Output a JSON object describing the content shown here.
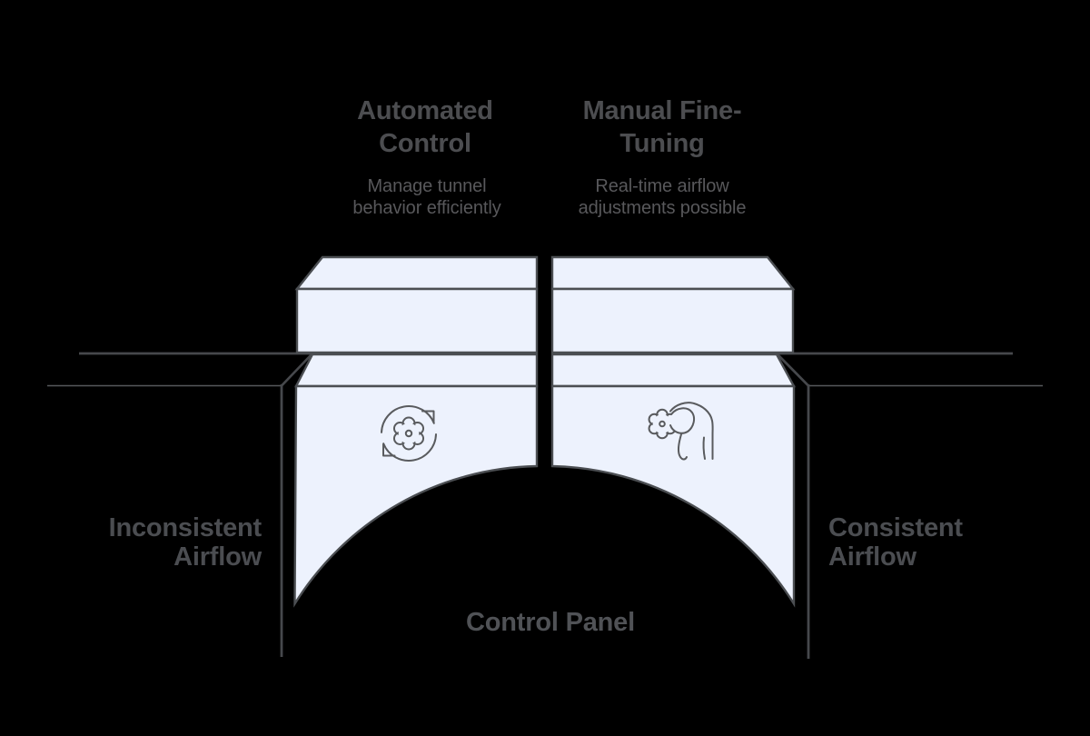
{
  "diagram": {
    "colors": {
      "background": "#000000",
      "panel_fill": "#edf2fd",
      "line": "#46484c",
      "heading_text": "#4c4d50",
      "subtitle_text": "#58585b",
      "label_text": "#4b4d51"
    },
    "left_column": {
      "title": "Automated Control",
      "subtitle": "Manage tunnel behavior efficiently",
      "icon": "sync-gear-icon"
    },
    "right_column": {
      "title": "Manual Fine-Tuning",
      "subtitle": "Real-time airflow adjustments possible",
      "icon": "hand-adjust-gear-icon"
    },
    "left_side_label": "Inconsistent Airflow",
    "right_side_label": "Consistent Airflow",
    "bottom_label": "Control Panel"
  }
}
